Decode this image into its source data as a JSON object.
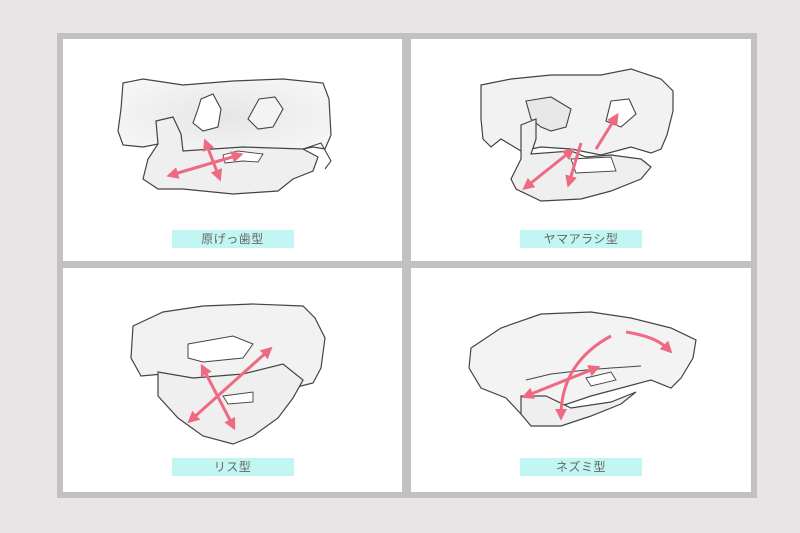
{
  "colors": {
    "background": "#e9e5e6",
    "frame": "#c1c1c1",
    "panel": "#ffffff",
    "label_bg": "#c2f6f2",
    "label_text": "#666666",
    "arrow": "#ee6a82",
    "outline": "#444444"
  },
  "panels": [
    {
      "label": "原げっ歯型",
      "icon": "skull-primitive-rodent-icon"
    },
    {
      "label": "ヤマアラシ型",
      "icon": "skull-porcupine-type-icon"
    },
    {
      "label": "リス型",
      "icon": "skull-squirrel-type-icon"
    },
    {
      "label": "ネズミ型",
      "icon": "skull-mouse-type-icon"
    }
  ]
}
